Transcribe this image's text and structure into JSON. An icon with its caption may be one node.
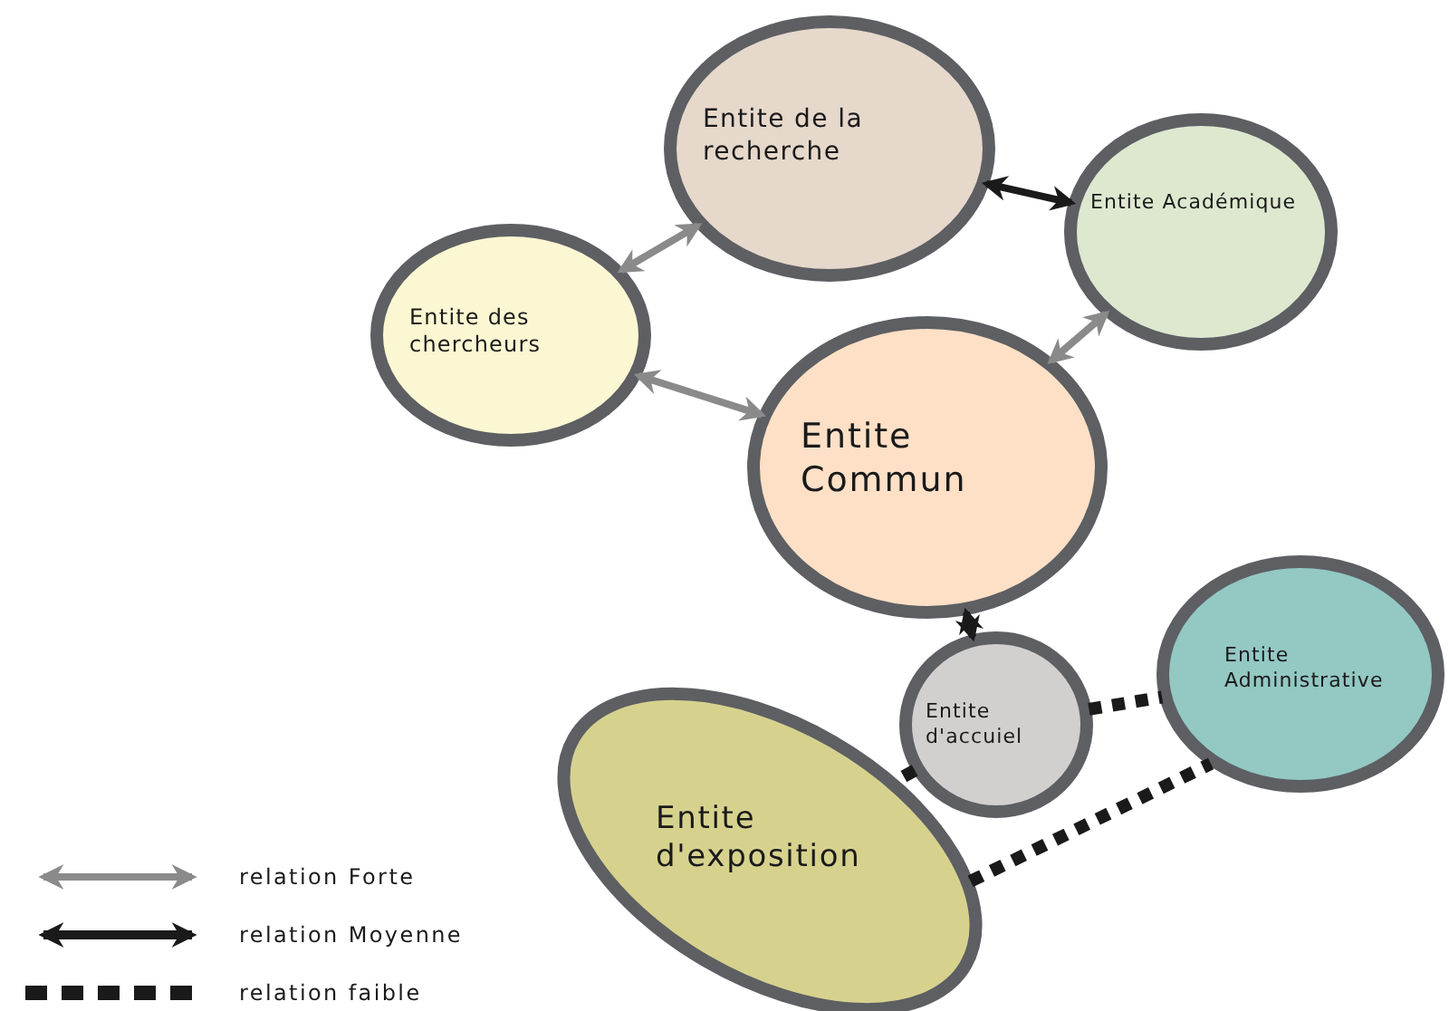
{
  "diagram": {
    "nodes": [
      {
        "text": [
          "Entite de la recherche"
        ]
      },
      {
        "text": [
          "Entite Académique"
        ]
      },
      {
        "text": [
          "Entite des chercheurs"
        ]
      },
      {
        "text": [
          "Entite Commun"
        ]
      },
      {
        "text": [
          "Entite d'accuiel"
        ]
      },
      {
        "text": [
          "Entite Administrative"
        ]
      },
      {
        "text": [
          "Entite d'exposition"
        ]
      }
    ],
    "edges": [
      {
        "from": 2,
        "to": 0,
        "arrow": "both",
        "color": "#8a8a8a"
      },
      {
        "from": 0,
        "to": 1,
        "arrow": "both"
      },
      {
        "from": 2,
        "to": 3,
        "arrow": "both",
        "color": "#8a8a8a"
      },
      {
        "from": 1,
        "to": 3,
        "arrow": "both",
        "color": "#8a8a8a"
      },
      {
        "from": 3,
        "to": 4,
        "arrow": "both"
      },
      {
        "from": 4,
        "to": 5,
        "arrow": "none",
        "style": "dashed"
      },
      {
        "from": 4,
        "to": 6,
        "arrow": "none",
        "style": "dashed"
      },
      {
        "from": 6,
        "to": 5,
        "arrow": "none",
        "style": "dashed"
      }
    ],
    "legend": [
      {
        "text": "relation Forte"
      },
      {
        "text": "relation Moyenne"
      },
      {
        "text": "relation faible"
      }
    ]
  }
}
